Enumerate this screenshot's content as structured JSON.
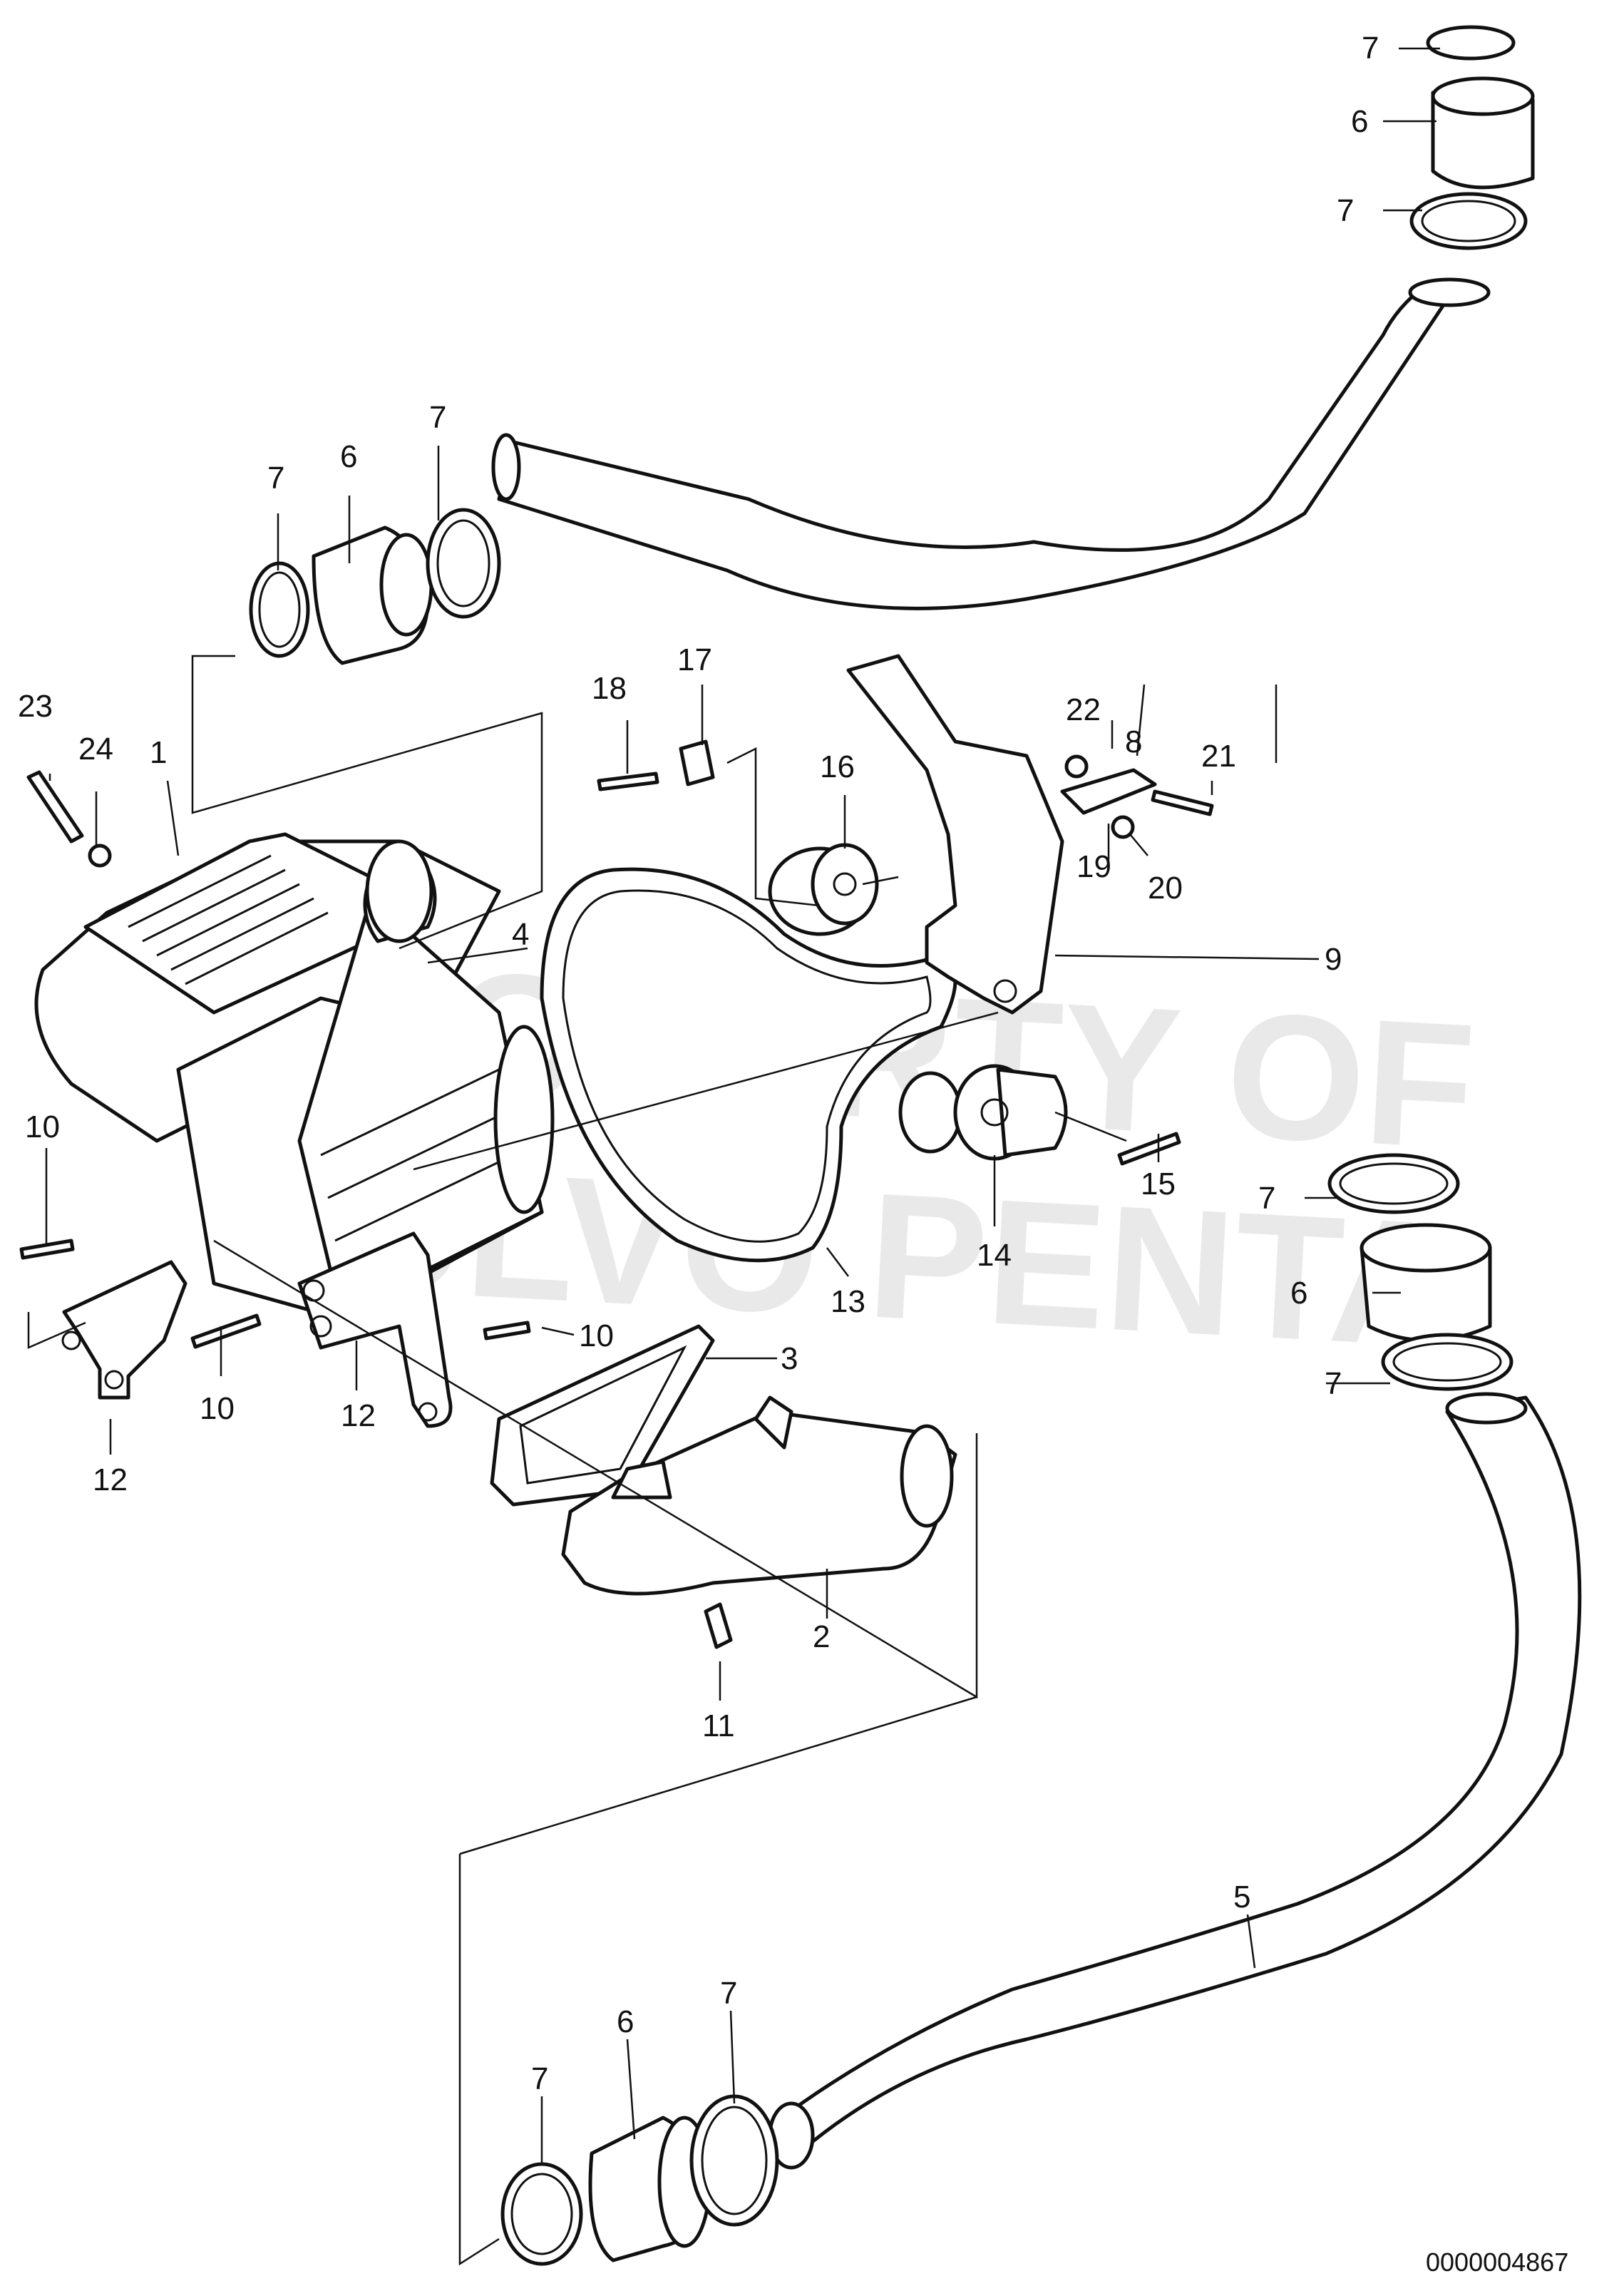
{
  "watermark": {
    "line1": "PROPERTY OF",
    "line2": "VOLVO PENTA"
  },
  "document_number": "0000004867",
  "callouts": {
    "c1": "1",
    "c2": "2",
    "c3": "3",
    "c4": "4",
    "c5": "5",
    "c6a": "6",
    "c6b": "6",
    "c6c": "6",
    "c6d": "6",
    "c7a": "7",
    "c7b": "7",
    "c7c": "7",
    "c7d": "7",
    "c7e": "7",
    "c7f": "7",
    "c7g": "7",
    "c7h": "7",
    "c8": "8",
    "c9": "9",
    "c10a": "10",
    "c10b": "10",
    "c10c": "10",
    "c11": "11",
    "c12a": "12",
    "c12b": "12",
    "c13": "13",
    "c14": "14",
    "c15": "15",
    "c16": "16",
    "c17": "17",
    "c18": "18",
    "c19": "19",
    "c20": "20",
    "c21": "21",
    "c22": "22",
    "c23": "23",
    "c24": "24"
  }
}
